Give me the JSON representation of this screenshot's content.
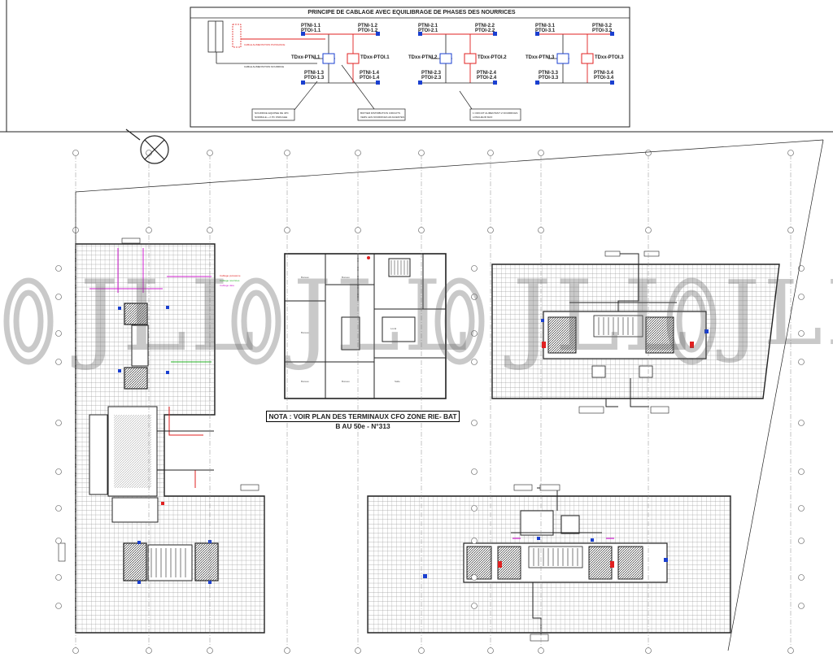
{
  "banner": {
    "title": "PRINCIPE DE CABLAGE AVEC EQUILIBRAGE DE PHASES DES NOURRICES",
    "groups": [
      {
        "top_left": [
          "PTNI-1.1",
          "PTOI-1.1"
        ],
        "top_right": [
          "PTNI-1.2",
          "PTOI-1.2"
        ],
        "left_label": "TDxx-PTNI.1",
        "right_label": "TDxx-PTOI.1",
        "bottom_left": [
          "PTNI-1.3",
          "PTOI-1.3"
        ],
        "bottom_right": [
          "PTNI-1.4",
          "PTOI-1.4"
        ]
      },
      {
        "top_left": [
          "PTNI-2.1",
          "PTOI-2.1"
        ],
        "top_right": [
          "PTNI-2.2",
          "PTOI-2.2"
        ],
        "left_label": "TDxx-PTNI.2",
        "right_label": "TDxx-PTOI.2",
        "bottom_left": [
          "PTNI-2.3",
          "PTOI-2.3"
        ],
        "bottom_right": [
          "PTNI-2.4",
          "PTOI-2.4"
        ]
      },
      {
        "top_left": [
          "PTNI-3.1",
          "PTOI-3.1"
        ],
        "top_right": [
          "PTNI-3.2",
          "PTOI-3.2"
        ],
        "left_label": "TDxx-PTNI.3",
        "right_label": "TDxx-PTOI.3",
        "bottom_left": [
          "PTNI-3.3",
          "PTOI-3.3"
        ],
        "bottom_right": [
          "PTNI-3.4",
          "PTOI-3.4"
        ]
      }
    ]
  },
  "nota": "NOTA : VOIR PLAN DES TERMINAUX CFO ZONE RIE- BAT B AU 50e - N°313",
  "watermark": "JLL",
  "colors": {
    "line": "#222222",
    "grid": "#9a9a9a",
    "red": "#e02020",
    "blue": "#1a3fd0",
    "magenta": "#d020d0",
    "green": "#20b020",
    "watermark": "#5a5a5a"
  }
}
